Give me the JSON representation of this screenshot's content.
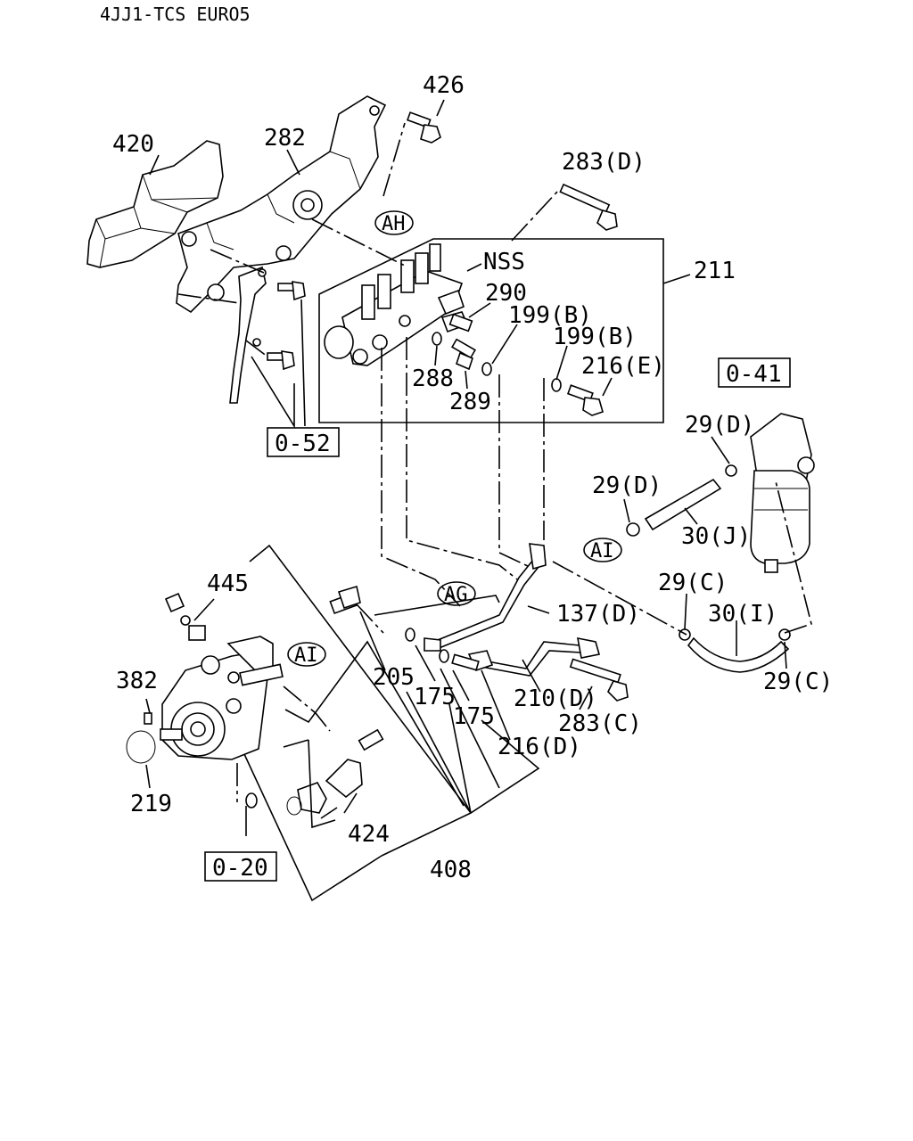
{
  "header": {
    "title": "4JJ1-TCS EURO5"
  },
  "ref_boxes": [
    "0-52",
    "0-41",
    "0-20"
  ],
  "bubbles": [
    "AH",
    "AI",
    "AG",
    "AI"
  ],
  "callouts": [
    "426",
    "420",
    "282",
    "283(D)",
    "211",
    "NSS",
    "290",
    "199(B)",
    "199(B)",
    "216(E)",
    "288",
    "289",
    "29(D)",
    "29(D)",
    "30(J)",
    "445",
    "137(D)",
    "29(C)",
    "30(I)",
    "29(C)",
    "382",
    "205",
    "175",
    "175",
    "210(D)",
    "283(C)",
    "216(D)",
    "219",
    "424",
    "408"
  ]
}
